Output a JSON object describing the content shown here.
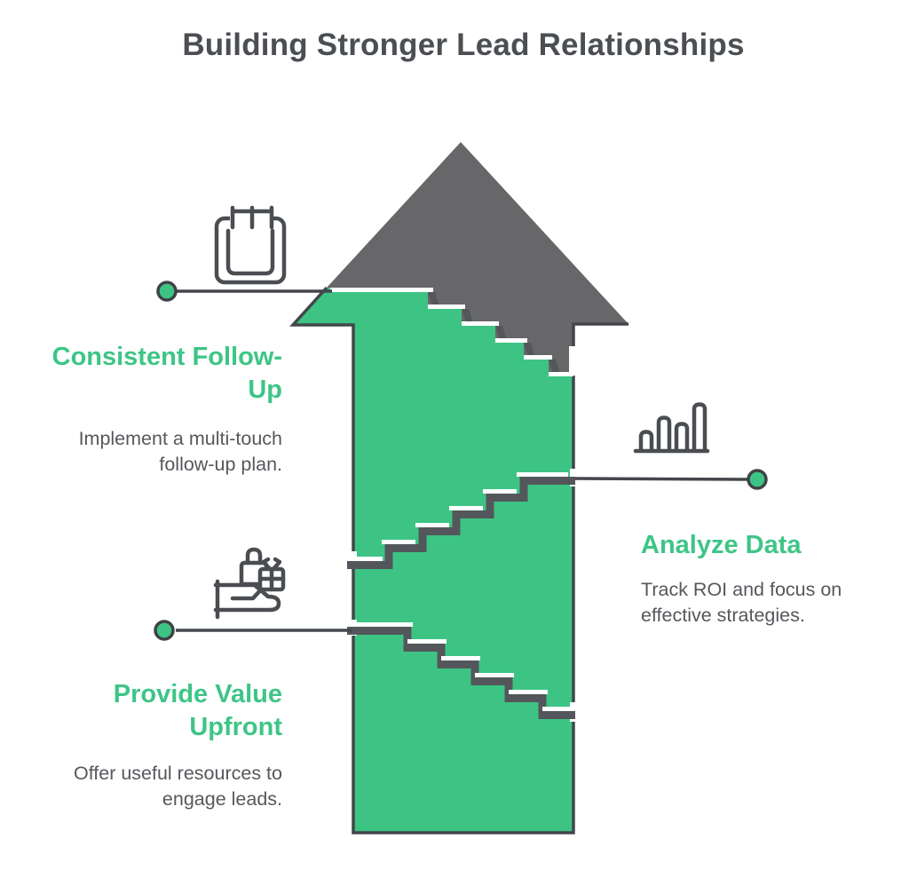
{
  "title": "Building Stronger Lead Relationships",
  "colors": {
    "arrow_green": "#3dc484",
    "arrow_gray": "#676769",
    "outline_dark": "#43464a",
    "step_shadow": "#53575b",
    "heading_green": "#3ec586",
    "title_gray": "#4b4e52",
    "body_gray": "#55585c"
  },
  "sections": [
    {
      "id": "consistent-follow-up",
      "heading": "Consistent Follow-Up",
      "heading_lines": [
        "Consistent Follow-",
        "Up"
      ],
      "body": "Implement a multi-touch follow-up plan.",
      "body_lines": [
        "Implement a multi-touch",
        "follow-up plan."
      ],
      "icon": "calendar-icon",
      "side": "left"
    },
    {
      "id": "analyze-data",
      "heading": "Analyze Data",
      "heading_lines": [
        "Analyze Data"
      ],
      "body": "Track ROI and focus on effective strategies.",
      "body_lines": [
        "Track ROI and focus on",
        "effective strategies."
      ],
      "icon": "bar-chart-icon",
      "side": "right"
    },
    {
      "id": "provide-value-upfront",
      "heading": "Provide Value Upfront",
      "heading_lines": [
        "Provide Value",
        "Upfront"
      ],
      "body": "Offer useful resources to engage leads.",
      "body_lines": [
        "Offer useful resources to",
        "engage leads."
      ],
      "icon": "gift-hand-icon",
      "side": "left"
    }
  ]
}
